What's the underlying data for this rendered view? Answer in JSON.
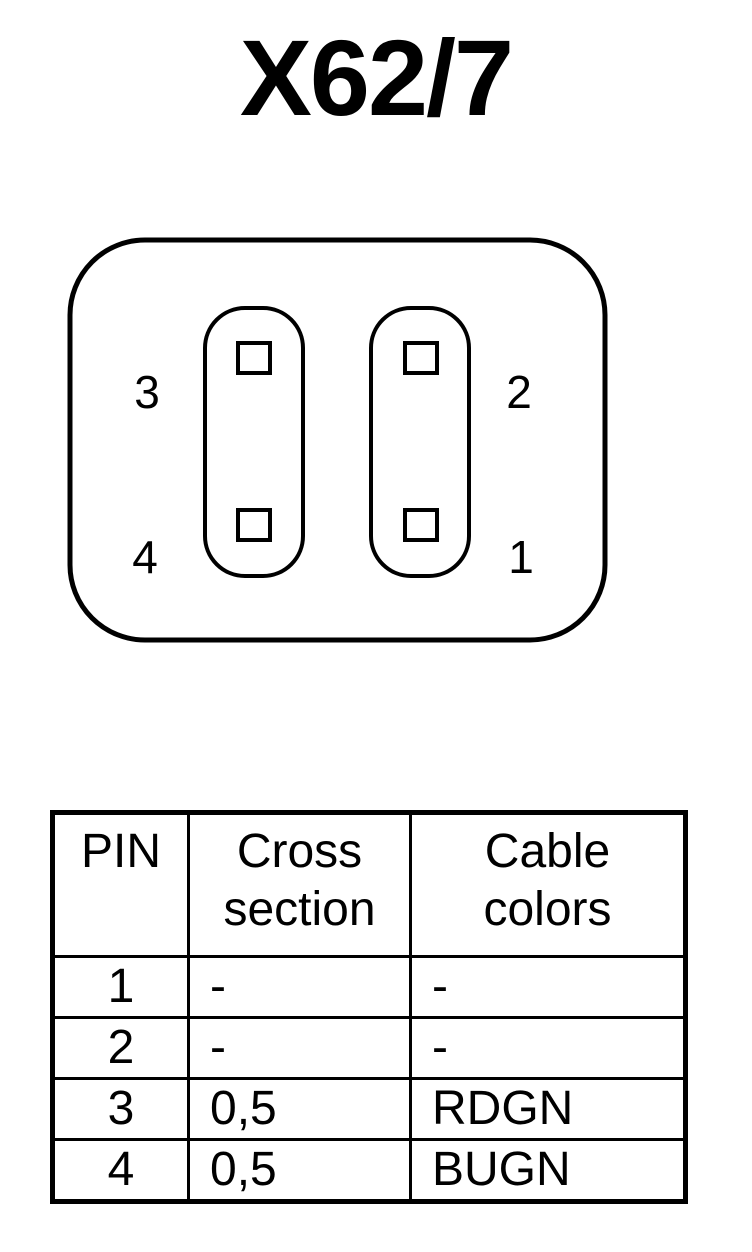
{
  "title": "X62/7",
  "connector": {
    "pins": [
      {
        "number": "1",
        "column": "right",
        "row": "bottom"
      },
      {
        "number": "2",
        "column": "right",
        "row": "top"
      },
      {
        "number": "3",
        "column": "left",
        "row": "top"
      },
      {
        "number": "4",
        "column": "left",
        "row": "bottom"
      }
    ]
  },
  "table": {
    "headers": {
      "pin": "PIN",
      "cross_section": [
        "Cross",
        "section"
      ],
      "cable_colors": [
        "Cable",
        "colors"
      ]
    },
    "rows": [
      {
        "pin": "1",
        "cross_section": "-",
        "cable_color": "-"
      },
      {
        "pin": "2",
        "cross_section": "-",
        "cable_color": "-"
      },
      {
        "pin": "3",
        "cross_section": "0,5",
        "cable_color": "RDGN"
      },
      {
        "pin": "4",
        "cross_section": "0,5",
        "cable_color": "BUGN"
      }
    ]
  }
}
